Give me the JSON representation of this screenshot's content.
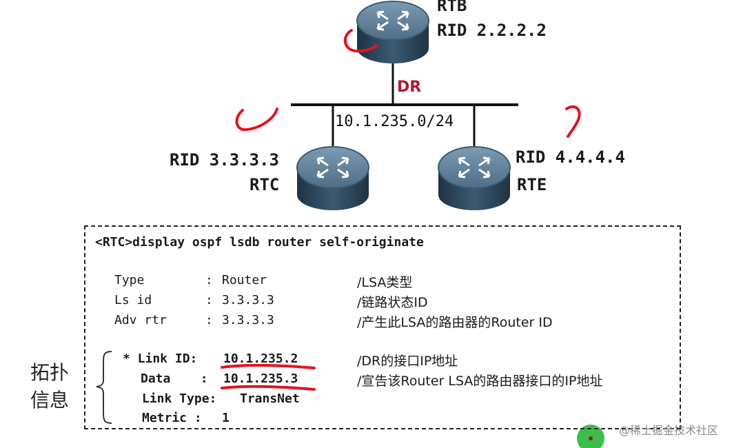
{
  "routers": {
    "rtb": {
      "name": "RTB",
      "rid": "RID 2.2.2.2"
    },
    "rtc": {
      "name": "RTC",
      "rid": "RID 3.3.3.3"
    },
    "rte": {
      "name": "RTE",
      "rid": "RID 4.4.4.4"
    }
  },
  "network": {
    "dr_label": "DR",
    "subnet": "10.1.235.0/24"
  },
  "cli": {
    "command": "<RTC>display ospf lsdb router self-originate",
    "rows": [
      {
        "key": "Type      ",
        "sep": ": ",
        "value": "Router",
        "comment": "/LSA类型"
      },
      {
        "key": "Ls id     ",
        "sep": ": ",
        "value": "3.3.3.3",
        "comment": "/链路状态ID"
      },
      {
        "key": "Adv rtr   ",
        "sep": ": ",
        "value": "3.3.3.3",
        "comment": "/产生此LSA的路由器的Router ID"
      }
    ],
    "link_rows": [
      {
        "key": "* Link ID:",
        "value": "10.1.235.2",
        "comment": "/DR的接口IP地址"
      },
      {
        "key": "Data    :",
        "value": "10.1.235.3",
        "comment": "/宣告该Router LSA的路由器接口的IP地址"
      },
      {
        "key": "Link Type:",
        "value": "TransNet"
      },
      {
        "key": "Metric :",
        "value": "1"
      }
    ]
  },
  "side_label": {
    "line1": "拓扑",
    "line2": "信息"
  },
  "watermark": "@稀土掘金技术社区",
  "colors": {
    "annotation": "#e8101e",
    "dr": "#b3182b",
    "router_top": "#5e7f9a",
    "router_body": "#2f4a5f"
  }
}
